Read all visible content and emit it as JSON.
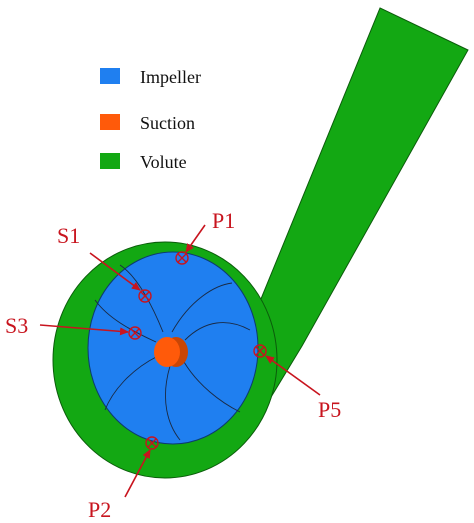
{
  "colors": {
    "impeller": "#1f7ff0",
    "suction": "#ff5a0a",
    "volute": "#13a813",
    "annotation": "#c8141e"
  },
  "legend": [
    {
      "label": "Impeller",
      "color_key": "impeller"
    },
    {
      "label": "Suction",
      "color_key": "suction"
    },
    {
      "label": "Volute",
      "color_key": "volute"
    }
  ],
  "probes": {
    "s1": "S1",
    "s3": "S3",
    "p1": "P1",
    "p2": "P2",
    "p5": "P5"
  }
}
